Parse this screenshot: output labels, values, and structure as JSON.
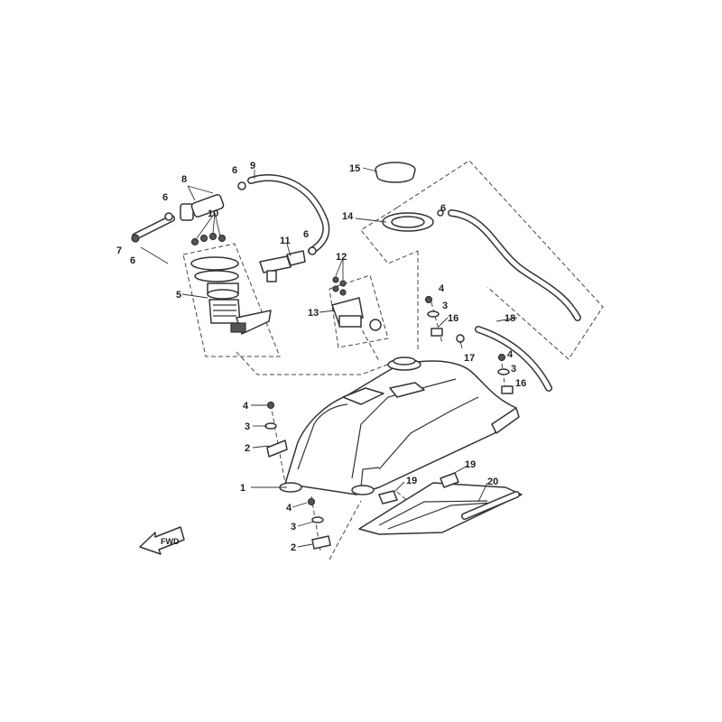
{
  "callouts": [
    {
      "id": "1",
      "label": "1"
    },
    {
      "id": "2a",
      "label": "2"
    },
    {
      "id": "2b",
      "label": "2"
    },
    {
      "id": "3a",
      "label": "3"
    },
    {
      "id": "3b",
      "label": "3"
    },
    {
      "id": "3c",
      "label": "3"
    },
    {
      "id": "3d",
      "label": "3"
    },
    {
      "id": "4a",
      "label": "4"
    },
    {
      "id": "4b",
      "label": "4"
    },
    {
      "id": "4c",
      "label": "4"
    },
    {
      "id": "4d",
      "label": "4"
    },
    {
      "id": "5",
      "label": "5"
    },
    {
      "id": "6a",
      "label": "6"
    },
    {
      "id": "6b",
      "label": "6"
    },
    {
      "id": "6c",
      "label": "6"
    },
    {
      "id": "6d",
      "label": "6"
    },
    {
      "id": "6e",
      "label": "6"
    },
    {
      "id": "7",
      "label": "7"
    },
    {
      "id": "8",
      "label": "8"
    },
    {
      "id": "9",
      "label": "9"
    },
    {
      "id": "10",
      "label": "10"
    },
    {
      "id": "11",
      "label": "11"
    },
    {
      "id": "12",
      "label": "12"
    },
    {
      "id": "13",
      "label": "13"
    },
    {
      "id": "14",
      "label": "14"
    },
    {
      "id": "15",
      "label": "15"
    },
    {
      "id": "16a",
      "label": "16"
    },
    {
      "id": "16b",
      "label": "16"
    },
    {
      "id": "17",
      "label": "17"
    },
    {
      "id": "18",
      "label": "18"
    },
    {
      "id": "19a",
      "label": "19"
    },
    {
      "id": "19b",
      "label": "19"
    },
    {
      "id": "20",
      "label": "20"
    }
  ],
  "direction_marker": {
    "label": "FWD",
    "icon": "forward-arrow-icon"
  }
}
